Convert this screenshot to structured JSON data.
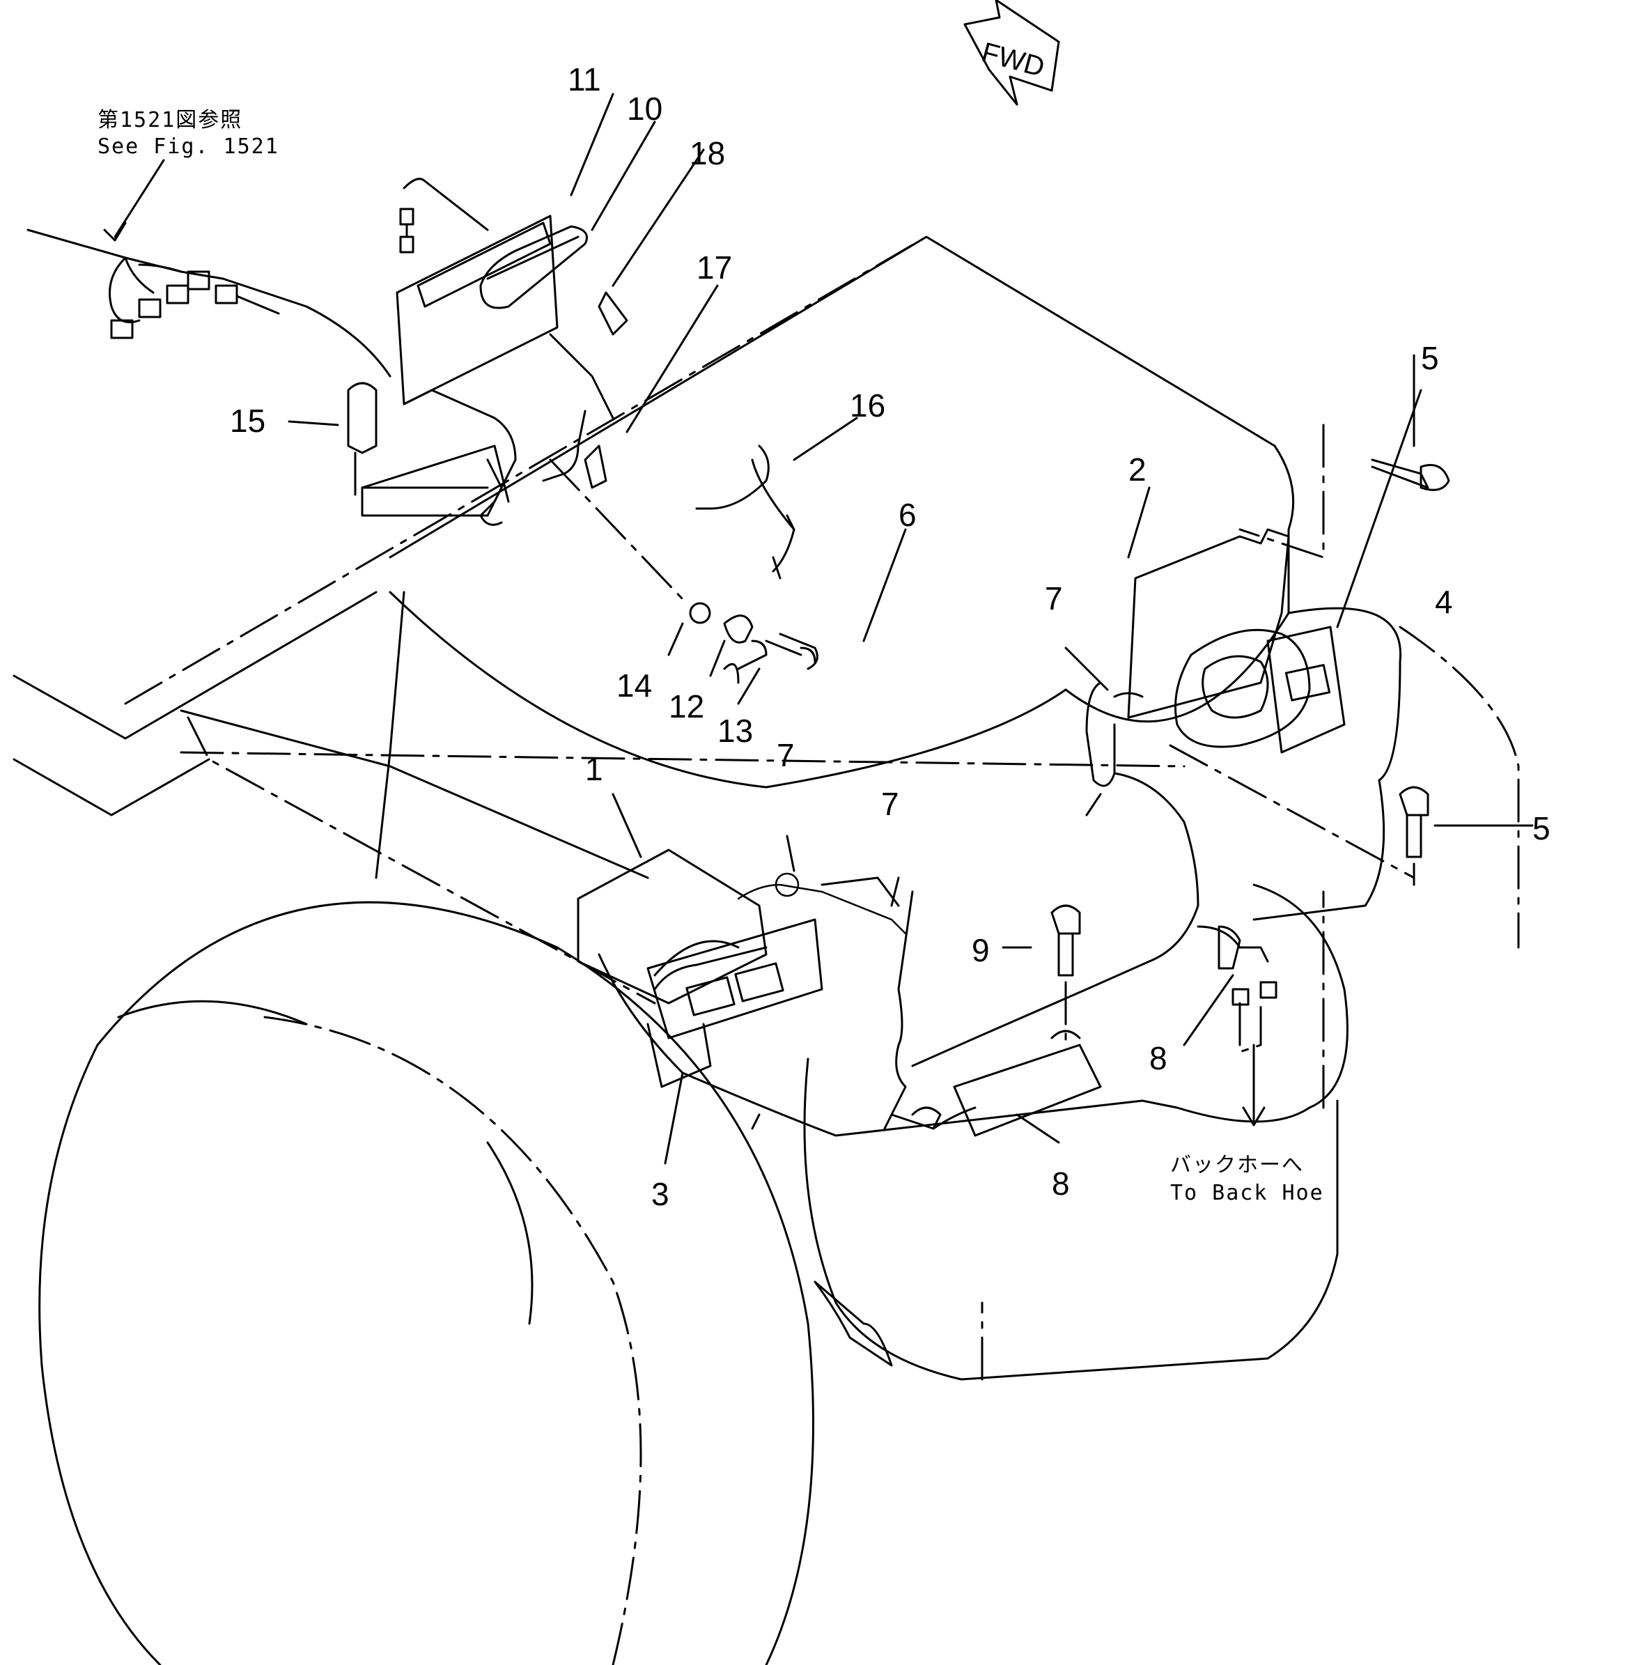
{
  "fwd_arrow": {
    "text": "FWD"
  },
  "notes": {
    "see_fig_jp": "第1521図参照",
    "see_fig_en": "See Fig. 1521",
    "to_back_hoe_jp": "バックホーへ",
    "to_back_hoe_en": "To Back Hoe"
  },
  "callouts": [
    {
      "id": "c1",
      "text": "1"
    },
    {
      "id": "c2",
      "text": "2"
    },
    {
      "id": "c3",
      "text": "3"
    },
    {
      "id": "c4",
      "text": "4"
    },
    {
      "id": "c5a",
      "text": "5"
    },
    {
      "id": "c5b",
      "text": "5"
    },
    {
      "id": "c6",
      "text": "6"
    },
    {
      "id": "c7a",
      "text": "7"
    },
    {
      "id": "c7b",
      "text": "7"
    },
    {
      "id": "c7c",
      "text": "7"
    },
    {
      "id": "c8a",
      "text": "8"
    },
    {
      "id": "c8b",
      "text": "8"
    },
    {
      "id": "c9",
      "text": "9"
    },
    {
      "id": "c10",
      "text": "10"
    },
    {
      "id": "c11",
      "text": "11"
    },
    {
      "id": "c12",
      "text": "12"
    },
    {
      "id": "c13",
      "text": "13"
    },
    {
      "id": "c14",
      "text": "14"
    },
    {
      "id": "c15",
      "text": "15"
    },
    {
      "id": "c16",
      "text": "16"
    },
    {
      "id": "c17",
      "text": "17"
    },
    {
      "id": "c18",
      "text": "18"
    }
  ]
}
